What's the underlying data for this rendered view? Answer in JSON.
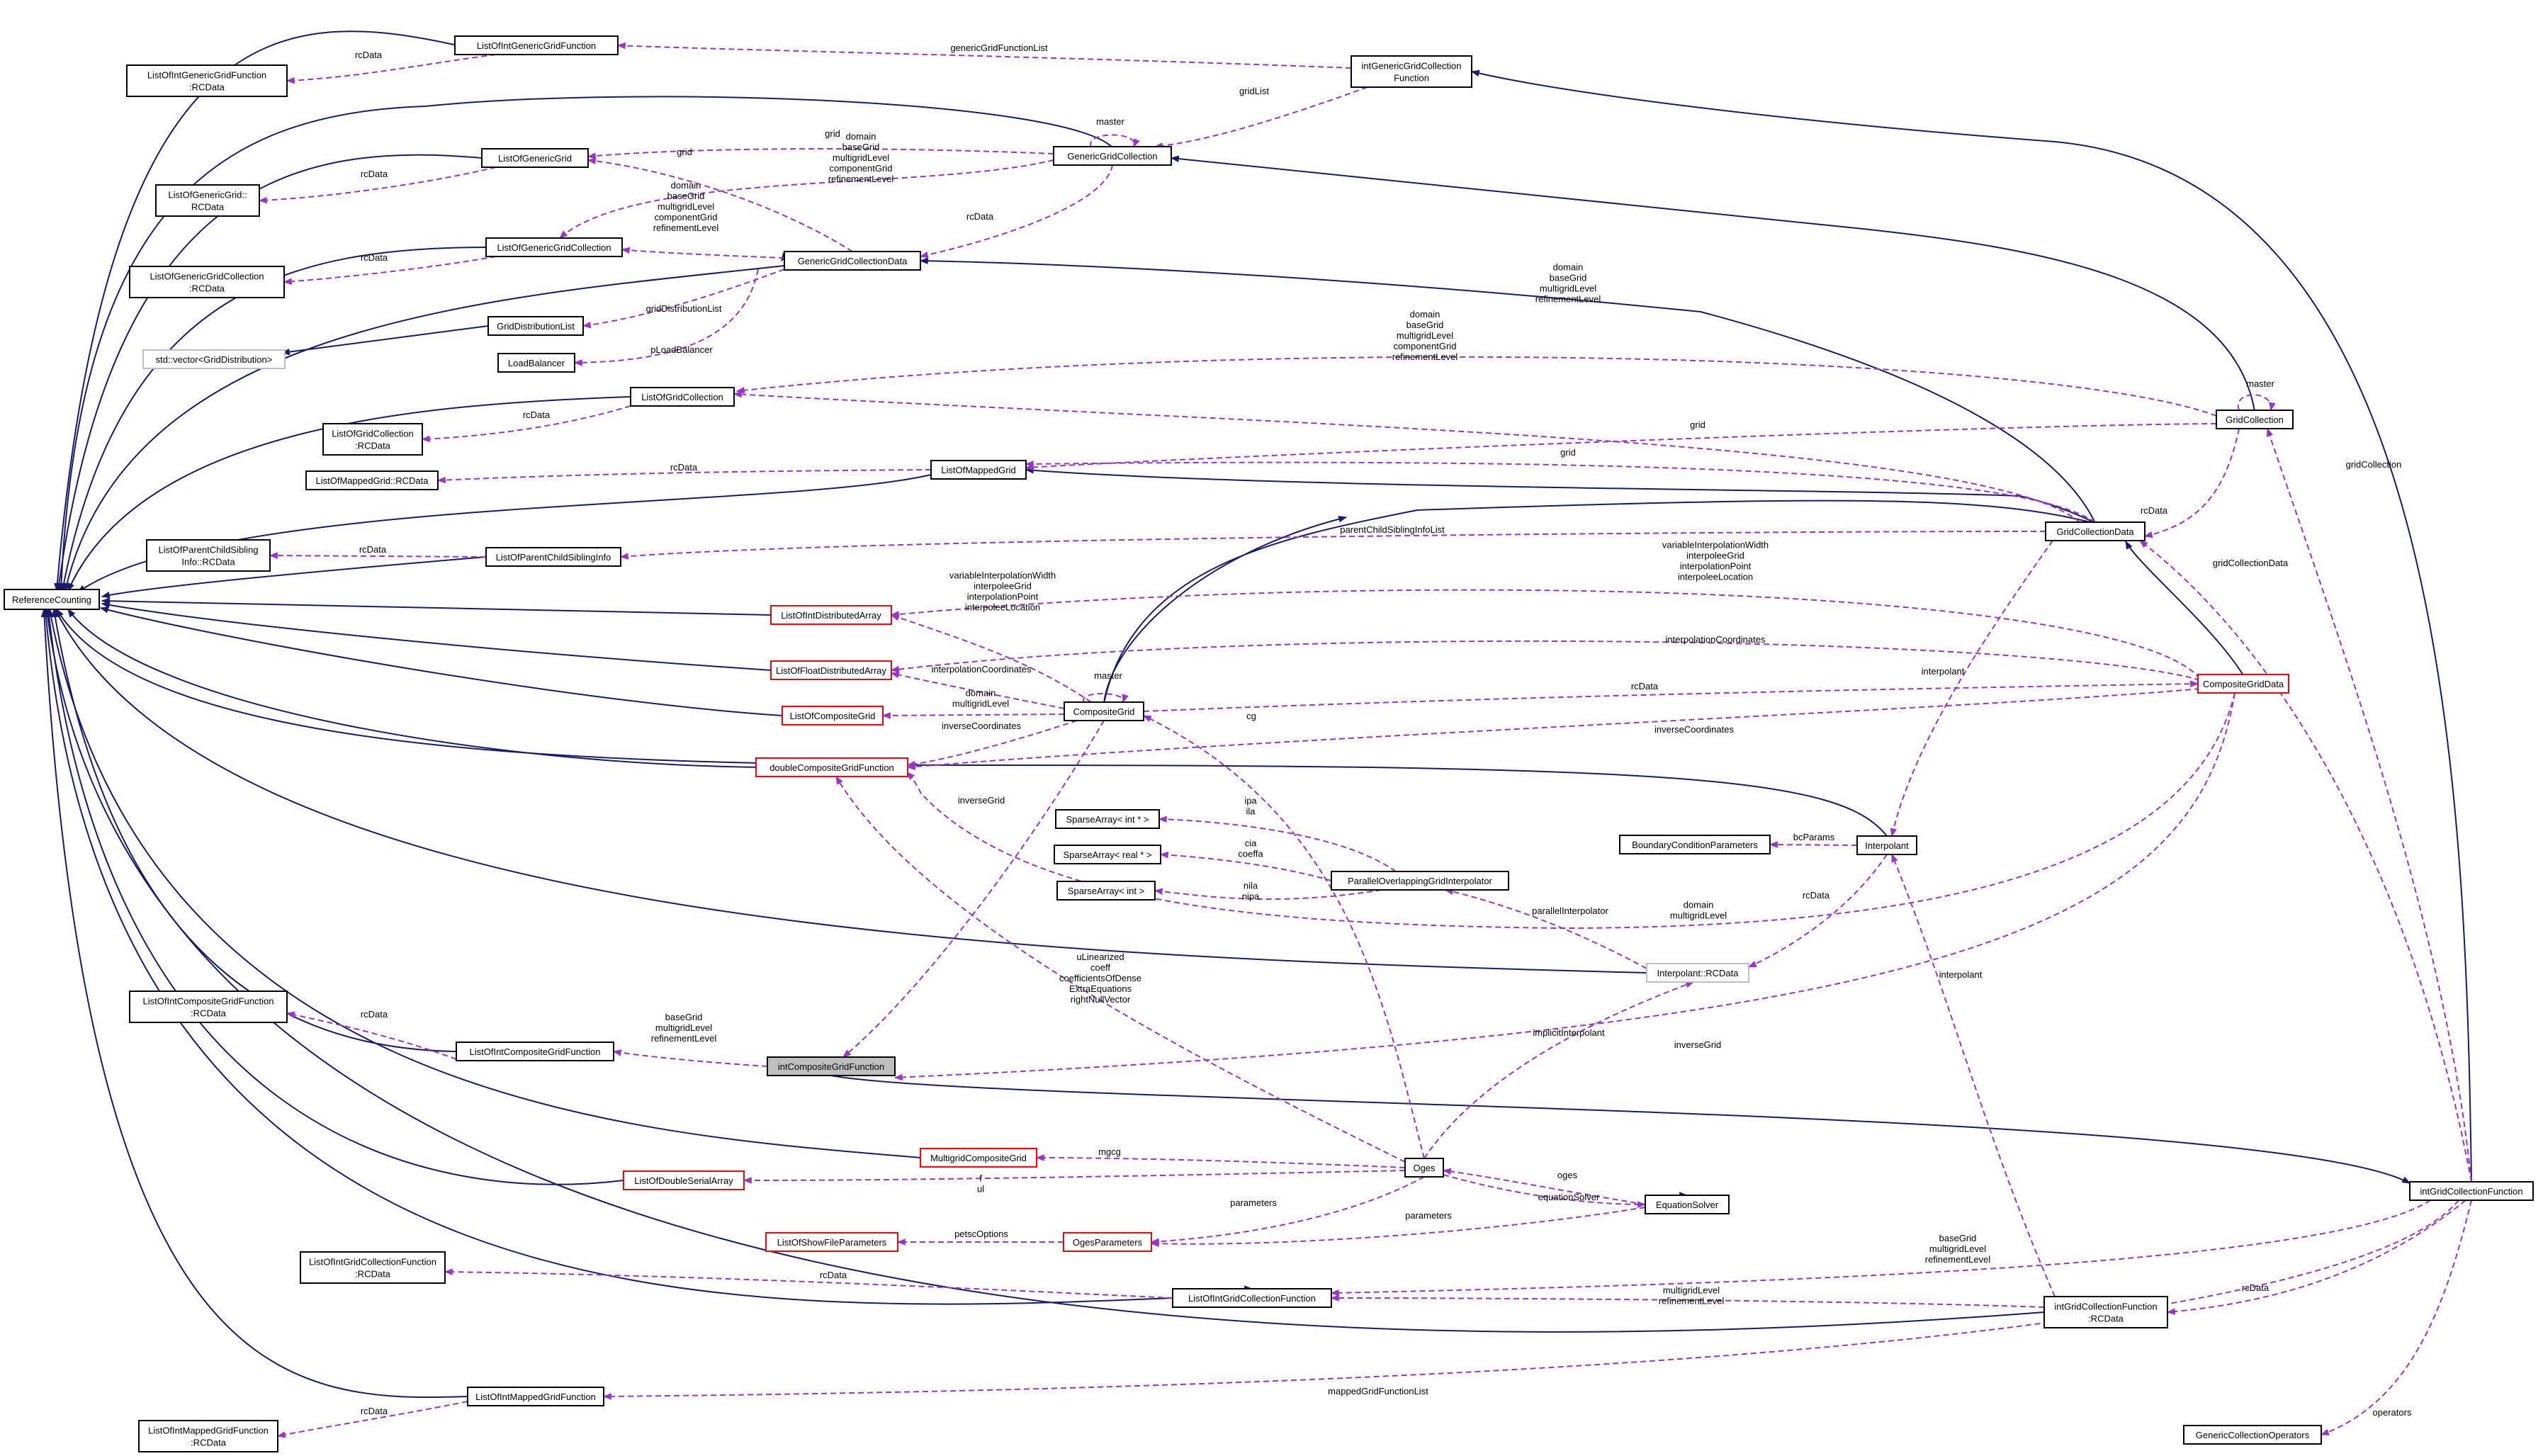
{
  "diagram": {
    "colors": {
      "inheritance": "#191970",
      "usage": "#9a32cd",
      "node_border": "#000000",
      "node_border_incomplete": "#ff0000",
      "highlight_fill": "#bfbfbf"
    },
    "nodes": [
      {
        "id": "ReferenceCounting",
        "lines": [
          "ReferenceCounting"
        ]
      },
      {
        "id": "ListOfIntGenericGridFunction",
        "lines": [
          "ListOfIntGenericGridFunction"
        ]
      },
      {
        "id": "ListOfIntGenericGridFunction_RC",
        "lines": [
          "ListOfIntGenericGridFunction",
          ":RCData"
        ]
      },
      {
        "id": "intGenericGridCollectionFunction",
        "lines": [
          "intGenericGridCollection",
          "Function"
        ]
      },
      {
        "id": "ListOfGenericGrid",
        "lines": [
          "ListOfGenericGrid"
        ]
      },
      {
        "id": "ListOfGenericGrid_RC",
        "lines": [
          "ListOfGenericGrid::",
          "RCData"
        ]
      },
      {
        "id": "GenericGridCollection",
        "lines": [
          "GenericGridCollection"
        ]
      },
      {
        "id": "ListOfGenericGridCollection",
        "lines": [
          "ListOfGenericGridCollection"
        ]
      },
      {
        "id": "ListOfGenericGridCollection_RC",
        "lines": [
          "ListOfGenericGridCollection",
          ":RCData"
        ]
      },
      {
        "id": "GenericGridCollectionData",
        "lines": [
          "GenericGridCollectionData"
        ]
      },
      {
        "id": "GridDistributionList",
        "lines": [
          "GridDistributionList"
        ]
      },
      {
        "id": "StdVectorGridDistribution",
        "lines": [
          "std::vector<GridDistribution>"
        ]
      },
      {
        "id": "LoadBalancer",
        "lines": [
          "LoadBalancer"
        ]
      },
      {
        "id": "ListOfGridCollection",
        "lines": [
          "ListOfGridCollection"
        ]
      },
      {
        "id": "ListOfGridCollection_RC",
        "lines": [
          "ListOfGridCollection",
          ":RCData"
        ]
      },
      {
        "id": "GridCollection",
        "lines": [
          "GridCollection"
        ]
      },
      {
        "id": "ListOfMappedGrid",
        "lines": [
          "ListOfMappedGrid"
        ]
      },
      {
        "id": "ListOfMappedGrid_RC",
        "lines": [
          "ListOfMappedGrid::RCData"
        ]
      },
      {
        "id": "ListOfParentChildSiblingInfo",
        "lines": [
          "ListOfParentChildSiblingInfo"
        ]
      },
      {
        "id": "ListOfParentChildSiblingInfo_RC",
        "lines": [
          "ListOfParentChildSibling",
          "Info::RCData"
        ]
      },
      {
        "id": "GridCollectionData",
        "lines": [
          "GridCollectionData"
        ]
      },
      {
        "id": "ListOfIntDistributedArray",
        "lines": [
          "ListOfIntDistributedArray"
        ]
      },
      {
        "id": "ListOfFloatDistributedArray",
        "lines": [
          "ListOfFloatDistributedArray"
        ]
      },
      {
        "id": "ListOfCompositeGrid",
        "lines": [
          "ListOfCompositeGrid"
        ]
      },
      {
        "id": "CompositeGrid",
        "lines": [
          "CompositeGrid"
        ]
      },
      {
        "id": "CompositeGridData",
        "lines": [
          "CompositeGridData"
        ]
      },
      {
        "id": "doubleCompositeGridFunction",
        "lines": [
          "doubleCompositeGridFunction"
        ]
      },
      {
        "id": "SparseArrayIntPtr",
        "lines": [
          "SparseArray< int * >"
        ]
      },
      {
        "id": "SparseArrayRealPtr",
        "lines": [
          "SparseArray< real * >"
        ]
      },
      {
        "id": "SparseArrayInt",
        "lines": [
          "SparseArray< int >"
        ]
      },
      {
        "id": "ParallelOverlappingGridInterpolator",
        "lines": [
          "ParallelOverlappingGridInterpolator"
        ]
      },
      {
        "id": "BoundaryConditionParameters",
        "lines": [
          "BoundaryConditionParameters"
        ]
      },
      {
        "id": "Interpolant",
        "lines": [
          "Interpolant"
        ]
      },
      {
        "id": "Interpolant_RC",
        "lines": [
          "Interpolant::RCData"
        ]
      },
      {
        "id": "ListOfIntCompositeGridFunction_RC",
        "lines": [
          "ListOfIntCompositeGridFunction",
          ":RCData"
        ]
      },
      {
        "id": "ListOfIntCompositeGridFunction",
        "lines": [
          "ListOfIntCompositeGridFunction"
        ]
      },
      {
        "id": "intCompositeGridFunction",
        "lines": [
          "intCompositeGridFunction"
        ]
      },
      {
        "id": "MultigridCompositeGrid",
        "lines": [
          "MultigridCompositeGrid"
        ]
      },
      {
        "id": "Oges",
        "lines": [
          "Oges"
        ]
      },
      {
        "id": "ListOfDoubleSerialArray",
        "lines": [
          "ListOfDoubleSerialArray"
        ]
      },
      {
        "id": "EquationSolver",
        "lines": [
          "EquationSolver"
        ]
      },
      {
        "id": "intGridCollectionFunction",
        "lines": [
          "intGridCollectionFunction"
        ]
      },
      {
        "id": "ListOfShowFileParameters",
        "lines": [
          "ListOfShowFileParameters"
        ]
      },
      {
        "id": "OgesParameters",
        "lines": [
          "OgesParameters"
        ]
      },
      {
        "id": "ListOfIntGridCollectionFunction_RC",
        "lines": [
          "ListOfIntGridCollectionFunction",
          ":RCData"
        ]
      },
      {
        "id": "ListOfIntGridCollectionFunction",
        "lines": [
          "ListOfIntGridCollectionFunction"
        ]
      },
      {
        "id": "intGridCollectionFunction_RC",
        "lines": [
          "intGridCollectionFunction",
          ":RCData"
        ]
      },
      {
        "id": "ListOfIntMappedGridFunction",
        "lines": [
          "ListOfIntMappedGridFunction"
        ]
      },
      {
        "id": "ListOfIntMappedGridFunction_RC",
        "lines": [
          "ListOfIntMappedGridFunction",
          ":RCData"
        ]
      },
      {
        "id": "GenericCollectionOperators",
        "lines": [
          "GenericCollectionOperators"
        ]
      }
    ],
    "edges": [
      {
        "id": "e1",
        "labels": []
      },
      {
        "id": "e2",
        "labels": []
      },
      {
        "id": "e3",
        "labels": []
      },
      {
        "id": "e4",
        "labels": []
      },
      {
        "id": "e5",
        "labels": []
      },
      {
        "id": "e6",
        "labels": []
      },
      {
        "id": "e7",
        "labels": []
      },
      {
        "id": "e8",
        "labels": []
      },
      {
        "id": "e9",
        "labels": []
      },
      {
        "id": "e10",
        "labels": []
      },
      {
        "id": "e11",
        "labels": []
      },
      {
        "id": "e12",
        "labels": []
      },
      {
        "id": "e13",
        "labels": []
      },
      {
        "id": "e14",
        "labels": []
      },
      {
        "id": "e15",
        "labels": []
      },
      {
        "id": "e16",
        "labels": []
      },
      {
        "id": "e17",
        "labels": []
      },
      {
        "id": "e18",
        "labels": []
      },
      {
        "id": "e19",
        "labels": []
      },
      {
        "id": "e20",
        "labels": []
      },
      {
        "id": "e21",
        "labels": []
      },
      {
        "id": "e22",
        "labels": []
      },
      {
        "id": "e23",
        "labels": []
      },
      {
        "id": "e24",
        "labels": []
      },
      {
        "id": "e25",
        "labels": []
      },
      {
        "id": "e26",
        "labels": []
      },
      {
        "id": "e27",
        "labels": []
      },
      {
        "id": "e28",
        "labels": []
      },
      {
        "id": "e29",
        "labels": []
      },
      {
        "id": "e30",
        "labels": []
      },
      {
        "id": "e31",
        "labels": []
      },
      {
        "id": "e32",
        "labels": []
      },
      {
        "id": "e33",
        "labels": []
      },
      {
        "id": "u1",
        "labels": [
          "rcData"
        ]
      },
      {
        "id": "u2",
        "labels": [
          "genericGridFunctionList"
        ]
      },
      {
        "id": "u3",
        "labels": [
          "gridList"
        ]
      },
      {
        "id": "u4",
        "labels": [
          "rcData"
        ]
      },
      {
        "id": "u5",
        "labels": [
          "grid"
        ]
      },
      {
        "id": "u6",
        "labels": [
          "master"
        ]
      },
      {
        "id": "u7",
        "labels": [
          "rcData"
        ]
      },
      {
        "id": "u8",
        "labels": [
          "domain",
          "baseGrid",
          "multigridLevel",
          "componentGrid",
          "refinementLevel"
        ]
      },
      {
        "id": "u9",
        "labels": [
          "rcData"
        ]
      },
      {
        "id": "u10",
        "labels": [
          "domain",
          "baseGrid",
          "multigridLevel",
          "componentGrid",
          "refinementLevel"
        ]
      },
      {
        "id": "u11",
        "labels": [
          "grid"
        ]
      },
      {
        "id": "u12",
        "labels": [
          "gridDistributionList"
        ]
      },
      {
        "id": "u13",
        "labels": [
          "pLoadBalancer"
        ]
      },
      {
        "id": "u14",
        "labels": [
          "domain",
          "baseGrid",
          "multigridLevel",
          "refinementLevel"
        ]
      },
      {
        "id": "u15",
        "labels": [
          "domain",
          "baseGrid",
          "multigridLevel",
          "componentGrid",
          "refinementLevel"
        ]
      },
      {
        "id": "u16",
        "labels": [
          "rcData"
        ]
      },
      {
        "id": "u17",
        "labels": [
          "master"
        ]
      },
      {
        "id": "u18",
        "labels": [
          "grid"
        ]
      },
      {
        "id": "u19",
        "labels": [
          "grid"
        ]
      },
      {
        "id": "u20",
        "labels": [
          "rcData"
        ]
      },
      {
        "id": "u21",
        "labels": [
          "rcData"
        ]
      },
      {
        "id": "u22",
        "labels": [
          "parentChildSiblingInfoList"
        ]
      },
      {
        "id": "u23",
        "labels": [
          "rcData"
        ]
      },
      {
        "id": "u24",
        "labels": [
          "variableInterpolationWidth",
          "interpoleeGrid",
          "interpolationPoint",
          "interpoleeLocation"
        ]
      },
      {
        "id": "u25",
        "labels": [
          "variableInterpolationWidth",
          "interpoleeGrid",
          "interpolationPoint",
          "interpoleeLocation"
        ]
      },
      {
        "id": "u26",
        "labels": [
          "interpolationCoordinates"
        ]
      },
      {
        "id": "u27",
        "labels": [
          "interpolationCoordinates"
        ]
      },
      {
        "id": "u28",
        "labels": [
          "master"
        ]
      },
      {
        "id": "u29",
        "labels": [
          "domain",
          "multigridLevel"
        ]
      },
      {
        "id": "u30",
        "labels": [
          "rcData"
        ]
      },
      {
        "id": "u31",
        "labels": [
          "inverseCoordinates"
        ]
      },
      {
        "id": "u32",
        "labels": [
          "inverseCoordinates"
        ]
      },
      {
        "id": "u33",
        "labels": [
          "interpolant"
        ]
      },
      {
        "id": "u34",
        "labels": [
          "ipa",
          "ila"
        ]
      },
      {
        "id": "u35",
        "labels": [
          "cia",
          "coeffa"
        ]
      },
      {
        "id": "u36",
        "labels": [
          "nila",
          "nipa"
        ]
      },
      {
        "id": "u37",
        "labels": [
          "bcParams"
        ]
      },
      {
        "id": "u38",
        "labels": [
          "rcData"
        ]
      },
      {
        "id": "u39",
        "labels": [
          "parallelInterpolator"
        ]
      },
      {
        "id": "u40",
        "labels": [
          "domain",
          "multigridLevel"
        ]
      },
      {
        "id": "u41",
        "labels": [
          "inverseGrid"
        ]
      },
      {
        "id": "u42",
        "labels": [
          "inverseGrid"
        ]
      },
      {
        "id": "u43",
        "labels": [
          "rcData"
        ]
      },
      {
        "id": "u44",
        "labels": [
          "baseGrid",
          "multigridLevel",
          "refinementLevel"
        ]
      },
      {
        "id": "u45",
        "labels": [
          "uLinearized",
          "coeff",
          "coefficientsOfDense",
          "ExtraEquations",
          "rightNullVector"
        ]
      },
      {
        "id": "u46",
        "labels": [
          "cg"
        ]
      },
      {
        "id": "u47",
        "labels": [
          "implicitInterpolant"
        ]
      },
      {
        "id": "u48",
        "labels": [
          "interpolant"
        ]
      },
      {
        "id": "u49",
        "labels": [
          "mgcg"
        ]
      },
      {
        "id": "u50",
        "labels": [
          "f",
          "ul"
        ]
      },
      {
        "id": "u51",
        "labels": [
          "oges"
        ]
      },
      {
        "id": "u52",
        "labels": [
          "equationSolver"
        ]
      },
      {
        "id": "u53",
        "labels": [
          "parameters"
        ]
      },
      {
        "id": "u54",
        "labels": [
          "parameters"
        ]
      },
      {
        "id": "u55",
        "labels": [
          "petscOptions"
        ]
      },
      {
        "id": "u56",
        "labels": [
          "rcData"
        ]
      },
      {
        "id": "u57",
        "labels": [
          "baseGrid",
          "multigridLevel",
          "refinementLevel"
        ]
      },
      {
        "id": "u58",
        "labels": [
          "multigridLevel",
          "refinementLevel"
        ]
      },
      {
        "id": "u59",
        "labels": [
          "rcData"
        ]
      },
      {
        "id": "u60",
        "labels": [
          "rcData"
        ]
      },
      {
        "id": "u61",
        "labels": [
          "mappedGridFunctionList"
        ]
      },
      {
        "id": "u62",
        "labels": [
          "gridCollection"
        ]
      },
      {
        "id": "u63",
        "labels": [
          "gridCollectionData"
        ]
      },
      {
        "id": "u64",
        "labels": [
          "operators"
        ]
      }
    ]
  }
}
